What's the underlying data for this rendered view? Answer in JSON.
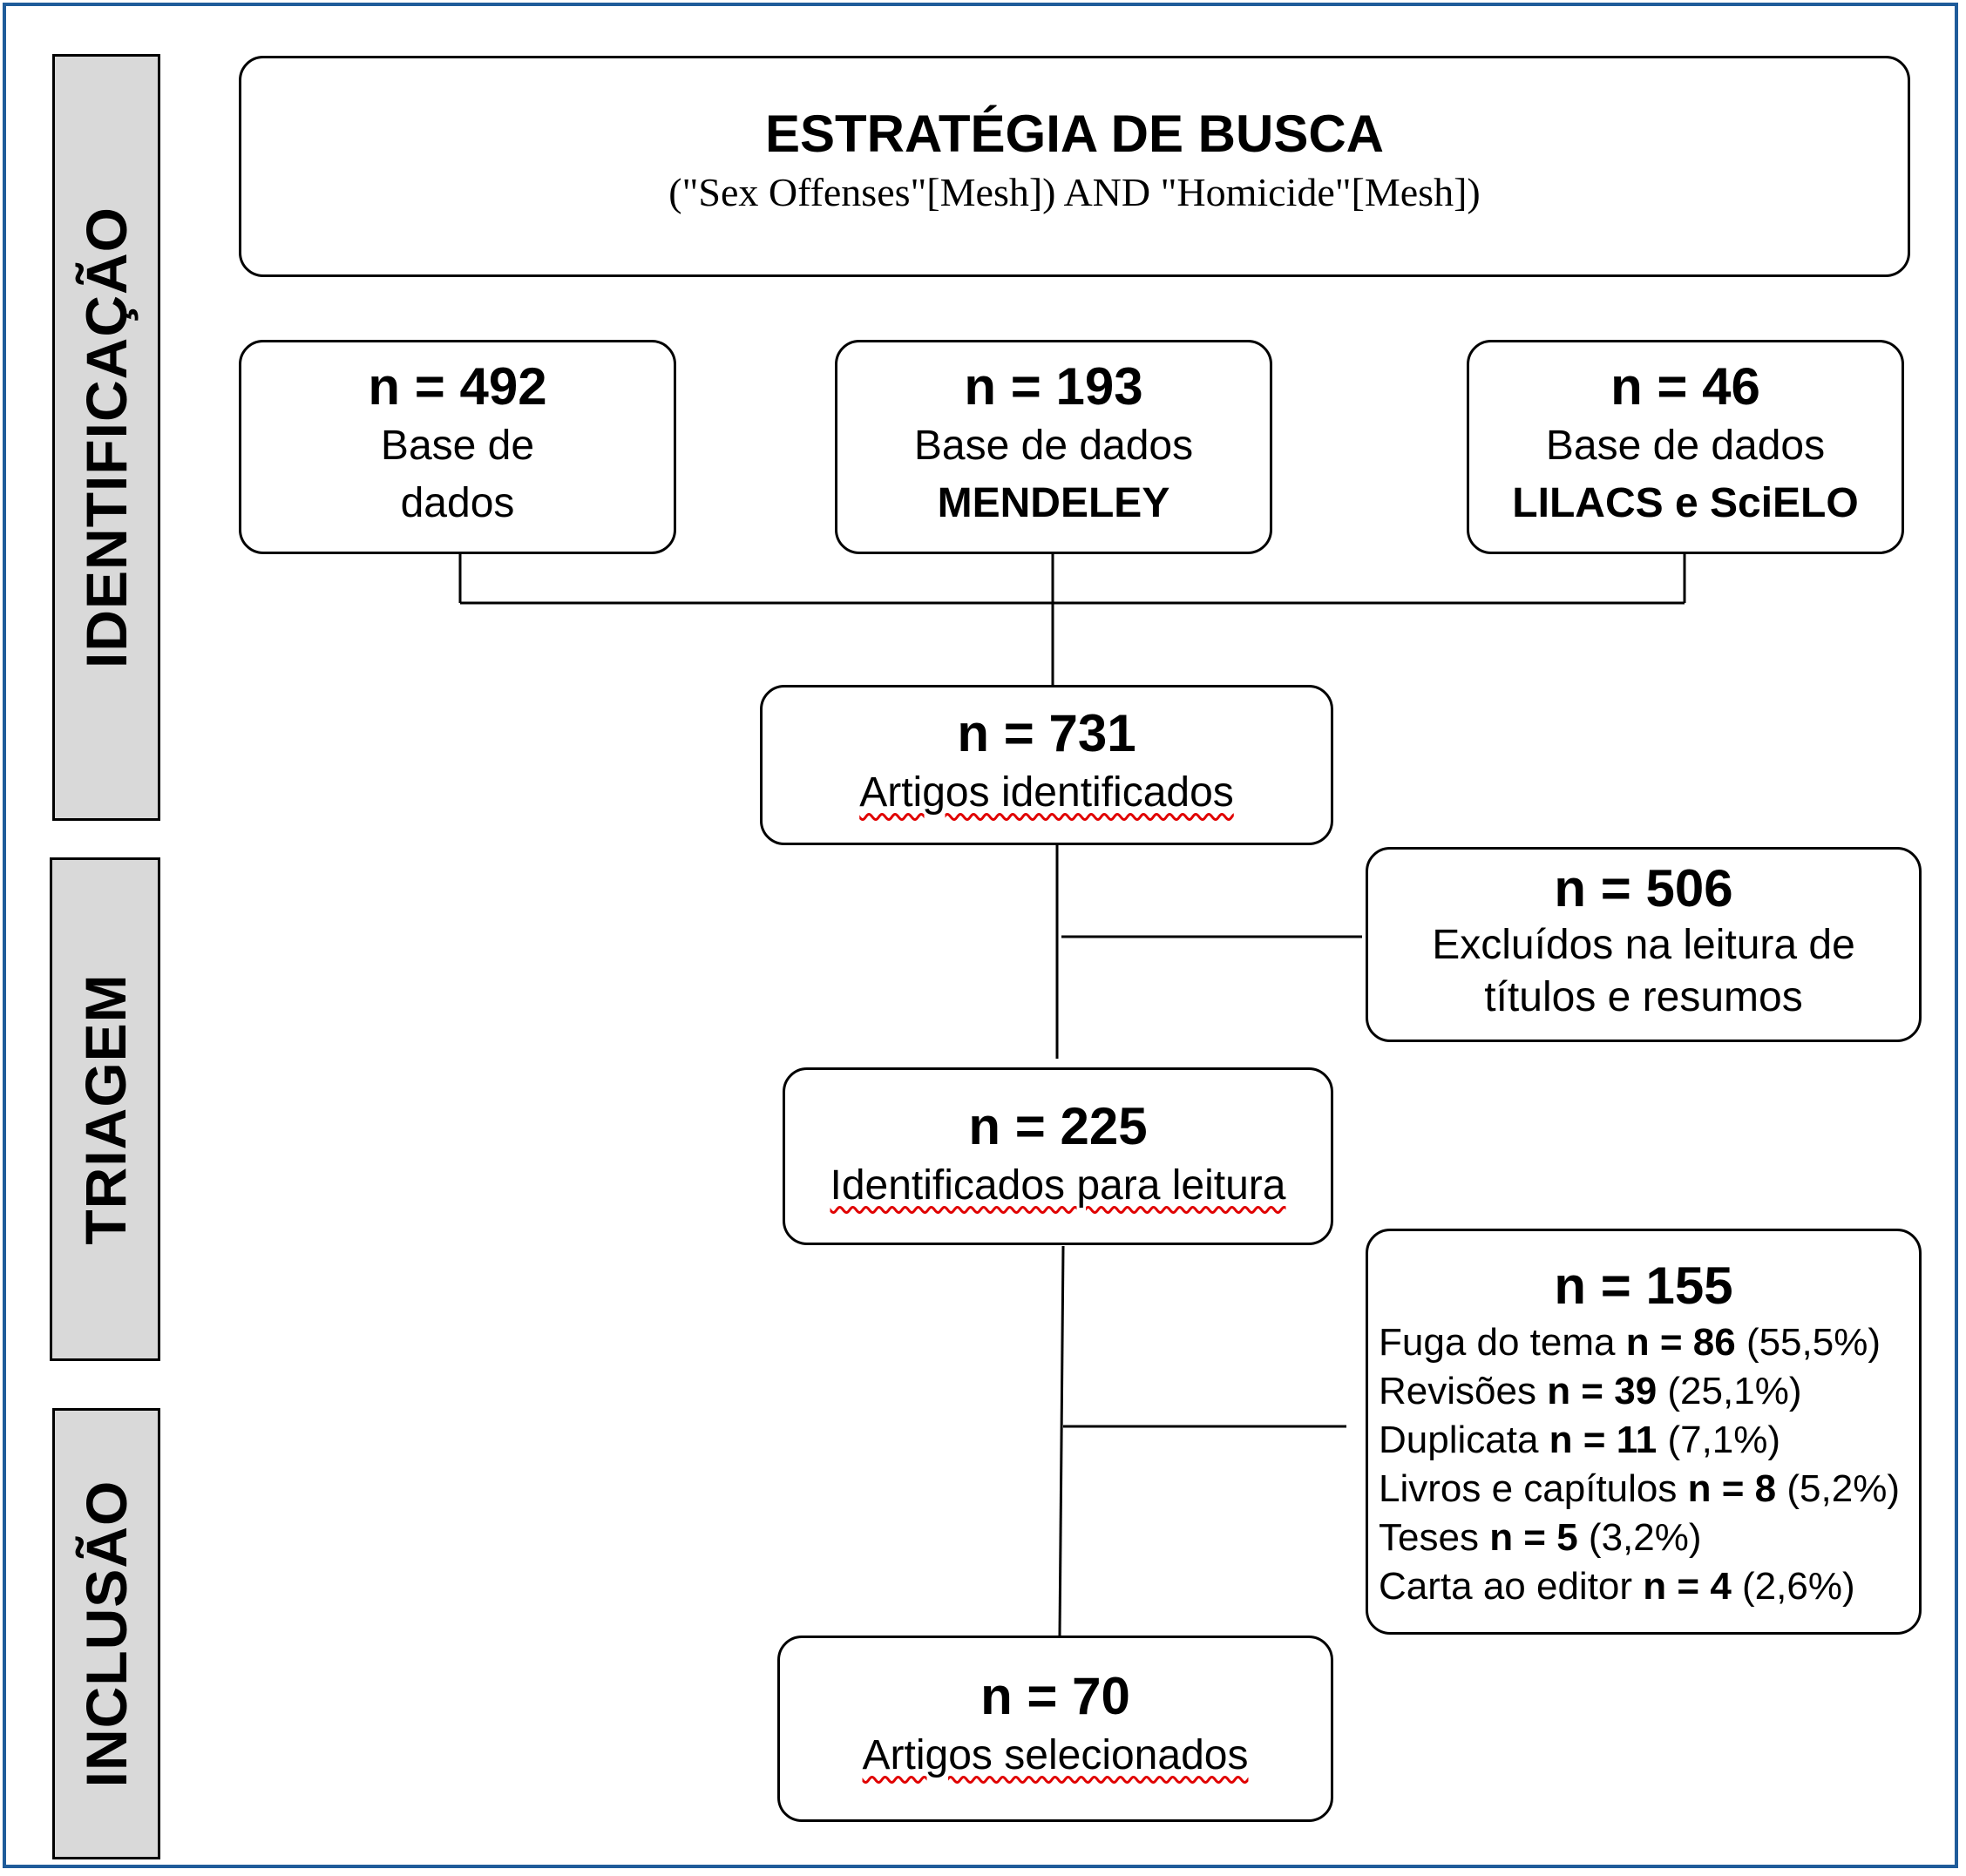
{
  "phases": {
    "identificacao": "IDENTIFICAÇÃO",
    "triagem": "TRIAGEM",
    "inclusao": "INCLUSÃO"
  },
  "strategy": {
    "title": "ESTRATÉGIA DE BUSCA",
    "query": "(\"Sex Offenses\"[Mesh]) AND \"Homicide\"[Mesh])"
  },
  "sources": [
    {
      "count": "n = 492",
      "line1": "Base de",
      "line2": "dados"
    },
    {
      "count": "n = 193",
      "line1": "Base de dados",
      "line2": "MENDELEY"
    },
    {
      "count": "n = 46",
      "line1": "Base de dados",
      "line2": "LILACS e SciELO"
    }
  ],
  "identified": {
    "count": "n = 731",
    "label": "Artigos identificados"
  },
  "excluded_titles": {
    "count": "n = 506",
    "line1": "Excluídos na leitura de",
    "line2": "títulos e resumos"
  },
  "for_reading": {
    "count": "n = 225",
    "label": "Identificados para leitura"
  },
  "excluded_full": {
    "count": "n = 155",
    "items": [
      {
        "label": "Fuga do tema",
        "n": "n = 86",
        "pct": "(55,5%)"
      },
      {
        "label": "Revisões",
        "n": "n = 39",
        "pct": "(25,1%)"
      },
      {
        "label": "Duplicata",
        "n": "n = 11",
        "pct": "(7,1%)"
      },
      {
        "label": "Livros e capítulos",
        "n": "n = 8",
        "pct": "(5,2%)"
      },
      {
        "label": "Teses",
        "n": "n = 5",
        "pct": "(3,2%)"
      },
      {
        "label": "Carta ao editor",
        "n": "n = 4",
        "pct": "(2,6%)"
      }
    ]
  },
  "selected": {
    "count": "n = 70",
    "label": "Artigos selecionados"
  },
  "colors": {
    "frame": "#1f5c9a",
    "phase_fill": "#d9d9d9",
    "spellcheck": "#e00000"
  }
}
